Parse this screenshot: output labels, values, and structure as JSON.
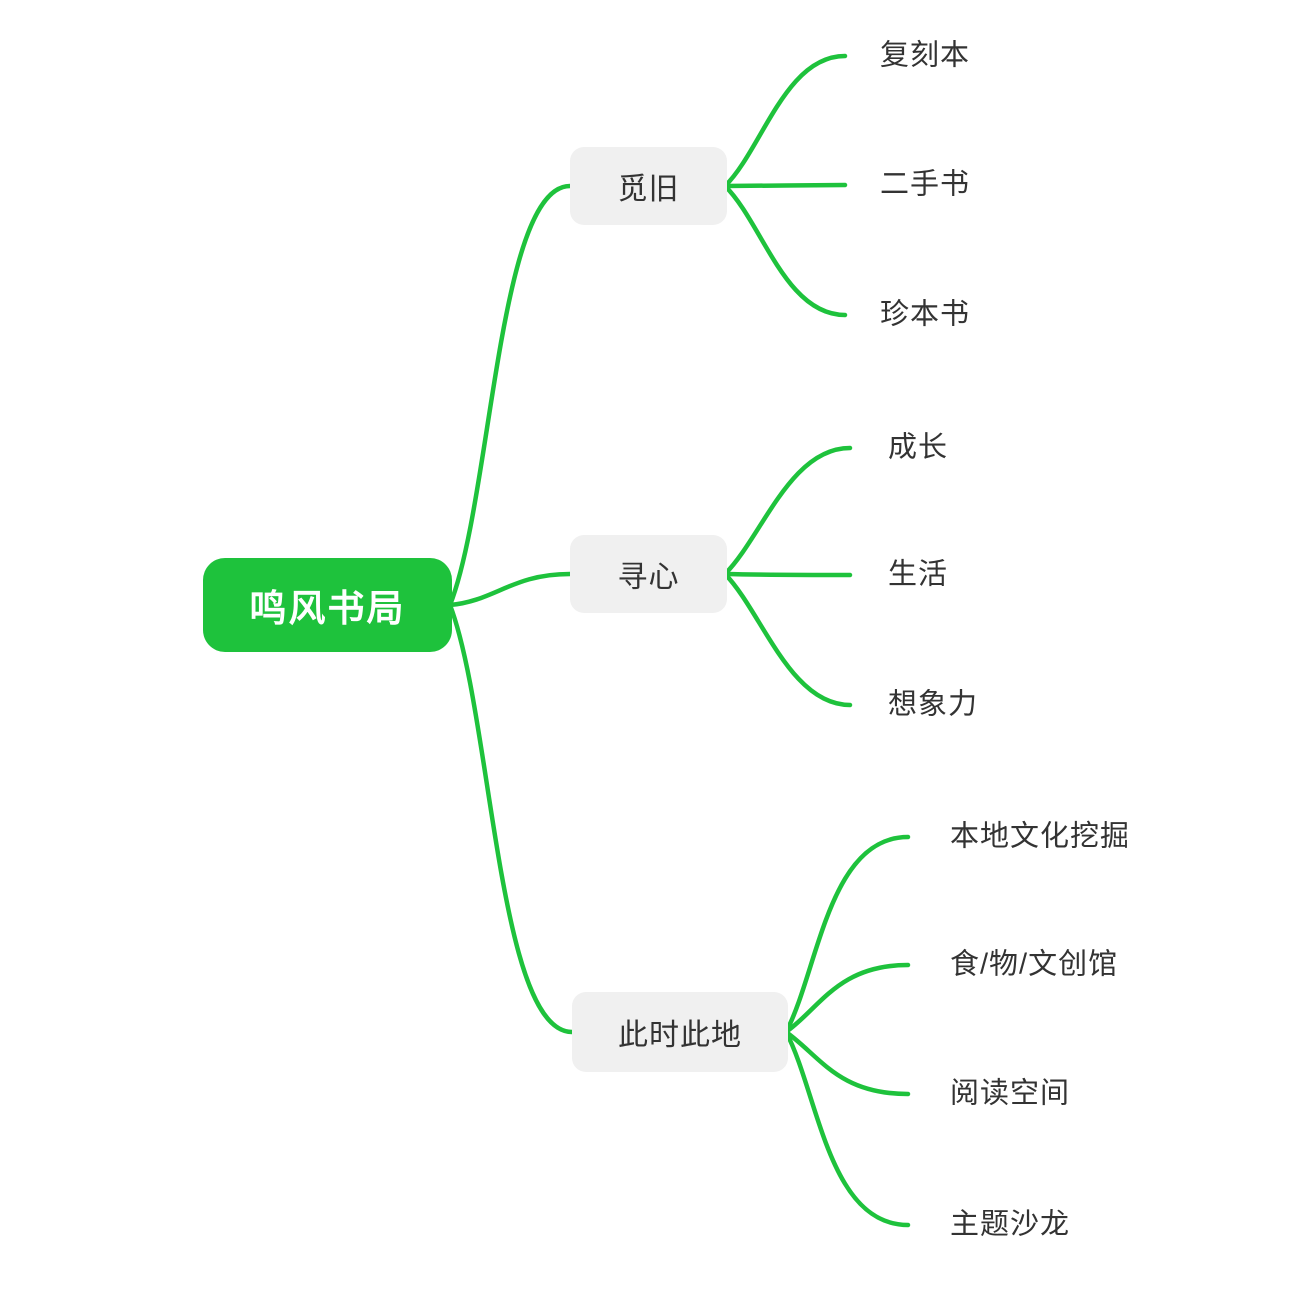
{
  "colors": {
    "accent": "#1ec23c",
    "node_bg": "#f0f0f0",
    "node_text": "#333333",
    "leaf_text": "#333333",
    "root_text": "#ffffff",
    "canvas_bg": "#ffffff"
  },
  "mindmap": {
    "root": {
      "label": "鸣风书局"
    },
    "branches": [
      {
        "label": "觅旧",
        "children": [
          {
            "label": "复刻本"
          },
          {
            "label": "二手书"
          },
          {
            "label": "珍本书"
          }
        ]
      },
      {
        "label": "寻心",
        "children": [
          {
            "label": "成长"
          },
          {
            "label": "生活"
          },
          {
            "label": "想象力"
          }
        ]
      },
      {
        "label": "此时此地",
        "children": [
          {
            "label": "本地文化挖掘"
          },
          {
            "label": "食/物/文创馆"
          },
          {
            "label": "阅读空间"
          },
          {
            "label": "主题沙龙"
          }
        ]
      }
    ]
  }
}
